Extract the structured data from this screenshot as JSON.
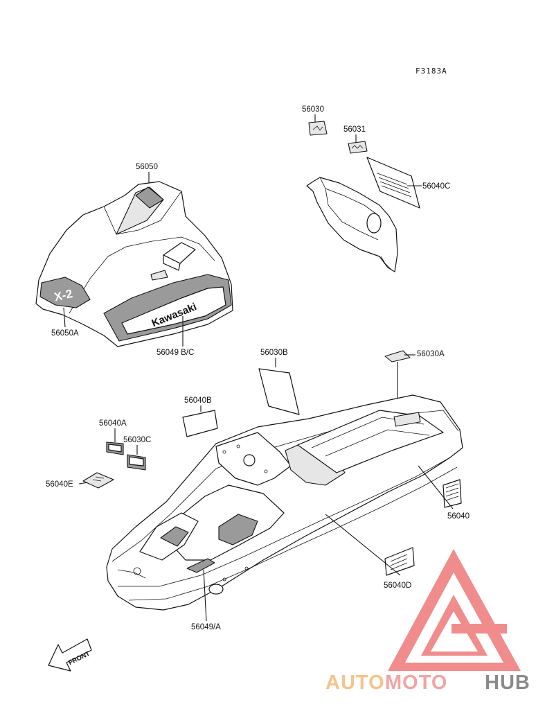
{
  "figure_code": "F3183A",
  "parts": {
    "p56030": "56030",
    "p56031": "56031",
    "p56040C": "56040C",
    "p56050": "56050",
    "p56050A": "56050A",
    "p56049BC": "56049 B/C",
    "p56030B": "56030B",
    "p56030A": "56030A",
    "p56040B": "56040B",
    "p56040A": "56040A",
    "p56030C": "56030C",
    "p56040E": "56040E",
    "p56040": "56040",
    "p56040D": "56040D",
    "p56049A": "56049/A"
  },
  "decals": {
    "brand": "Kawasaki",
    "model": "X-2"
  },
  "front_arrow": "FRONT",
  "watermark": {
    "part1": "AUTO",
    "part2": "MOTO",
    "part3": "HUB",
    "colors": {
      "auto": "#f6c38b",
      "moto": "#f3a3a3",
      "hub": "#8a8a8a",
      "logo": "#f08080"
    }
  }
}
